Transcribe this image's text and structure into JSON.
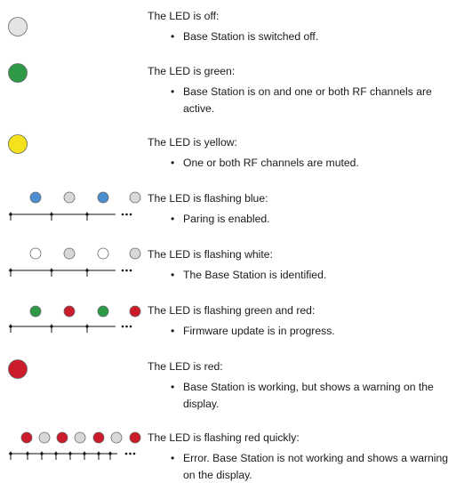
{
  "entries": [
    {
      "state": "The LED is off:",
      "desc": "Base Station is switched off.",
      "leds": [
        "#e4e4e4"
      ],
      "timeline": false,
      "colors_names": [
        "off"
      ]
    },
    {
      "state": "The LED is green:",
      "desc": "Base Station is on and one or both RF channels are active.",
      "leds": [
        "#2e9a47"
      ],
      "timeline": false,
      "colors_names": [
        "green"
      ]
    },
    {
      "state": "The LED is yellow:",
      "desc": "One or both RF channels are muted.",
      "leds": [
        "#f4e31a"
      ],
      "timeline": false,
      "colors_names": [
        "yellow"
      ]
    },
    {
      "state": "The LED is flashing blue:",
      "desc": "Paring is enabled.",
      "leds": [
        "#4b8fd0",
        "#d8d8d8",
        "#4b8fd0",
        "#d8d8d8"
      ],
      "timeline": true,
      "colors_names": [
        "blue",
        "off",
        "blue",
        "off"
      ]
    },
    {
      "state": "The LED is flashing white:",
      "desc": "The Base Station is identified.",
      "leds": [
        "#ffffff",
        "#d8d8d8",
        "#ffffff",
        "#d8d8d8"
      ],
      "timeline": true,
      "colors_names": [
        "white",
        "off",
        "white",
        "off"
      ]
    },
    {
      "state": "The LED is flashing green and red:",
      "desc": "Firmware update is in progress.",
      "leds": [
        "#2e9a47",
        "#cc1b2a",
        "#2e9a47",
        "#cc1b2a"
      ],
      "timeline": true,
      "colors_names": [
        "green",
        "red",
        "green",
        "red"
      ]
    },
    {
      "state": "The LED is red:",
      "desc": "Base Station is working, but shows a warning on the display.",
      "leds": [
        "#cc1b2a"
      ],
      "timeline": false,
      "colors_names": [
        "red"
      ]
    },
    {
      "state": "The LED is flashing red quickly:",
      "desc": "Error. Base Station is not working and shows a warning on the display.",
      "leds": [
        "#cc1b2a",
        "#d8d8d8",
        "#cc1b2a",
        "#d8d8d8",
        "#cc1b2a",
        "#d8d8d8",
        "#cc1b2a"
      ],
      "timeline": true,
      "colors_names": [
        "red",
        "off",
        "red",
        "off",
        "red",
        "off",
        "red"
      ]
    }
  ],
  "bullet_glyph": "•",
  "colors": {
    "led_stroke": "#666666",
    "timeline": "#111111"
  }
}
